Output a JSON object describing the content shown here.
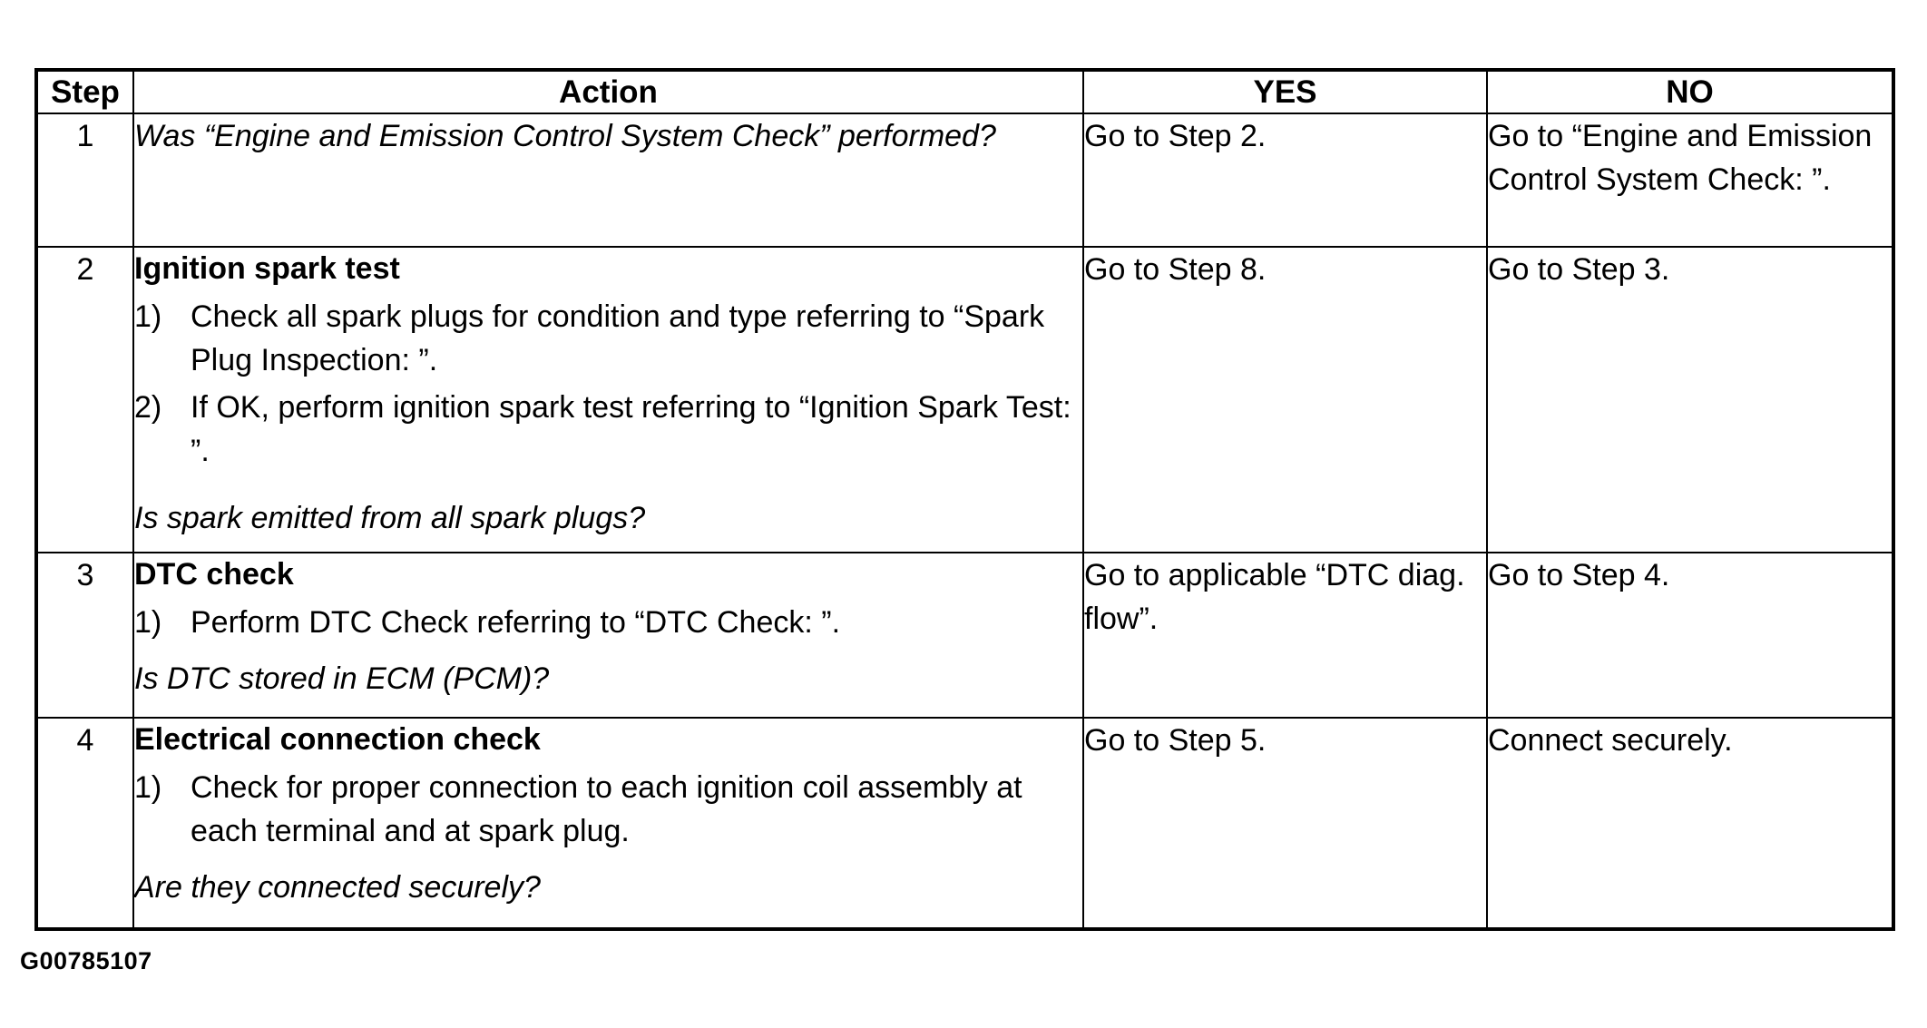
{
  "table": {
    "headers": {
      "step": "Step",
      "action": "Action",
      "yes": "YES",
      "no": "NO"
    },
    "rows": [
      {
        "step": "1",
        "action": {
          "question": "Was “Engine and Emission Control System Check” performed?"
        },
        "yes": "Go to Step 2.",
        "no": "Go to “Engine and Emission Control System Check: ”."
      },
      {
        "step": "2",
        "action": {
          "title": "Ignition spark test",
          "items": [
            {
              "num": "1)",
              "text": "Check all spark plugs for condition and type referring to “Spark Plug Inspection: ”."
            },
            {
              "num": "2)",
              "text": "If OK, perform ignition spark test referring to “Ignition Spark Test: ”."
            }
          ],
          "question": "Is spark emitted from all spark plugs?"
        },
        "yes": "Go to Step 8.",
        "no": "Go to Step 3."
      },
      {
        "step": "3",
        "action": {
          "title": "DTC check",
          "items": [
            {
              "num": "1)",
              "text": "Perform DTC Check referring to “DTC Check: ”."
            }
          ],
          "question": "Is DTC stored in ECM (PCM)?"
        },
        "yes": "Go to applicable “DTC diag. flow”.",
        "no": "Go to Step 4."
      },
      {
        "step": "4",
        "action": {
          "title": "Electrical connection check",
          "items": [
            {
              "num": "1)",
              "text": "Check for proper connection to each ignition coil assembly at each terminal and at spark plug."
            }
          ],
          "question": "Are they connected securely?"
        },
        "yes": "Go to Step 5.",
        "no": "Connect securely."
      }
    ]
  },
  "footer": {
    "figure_id": "G00785107"
  },
  "colors": {
    "text": "#000000",
    "background": "#ffffff",
    "border": "#000000"
  }
}
